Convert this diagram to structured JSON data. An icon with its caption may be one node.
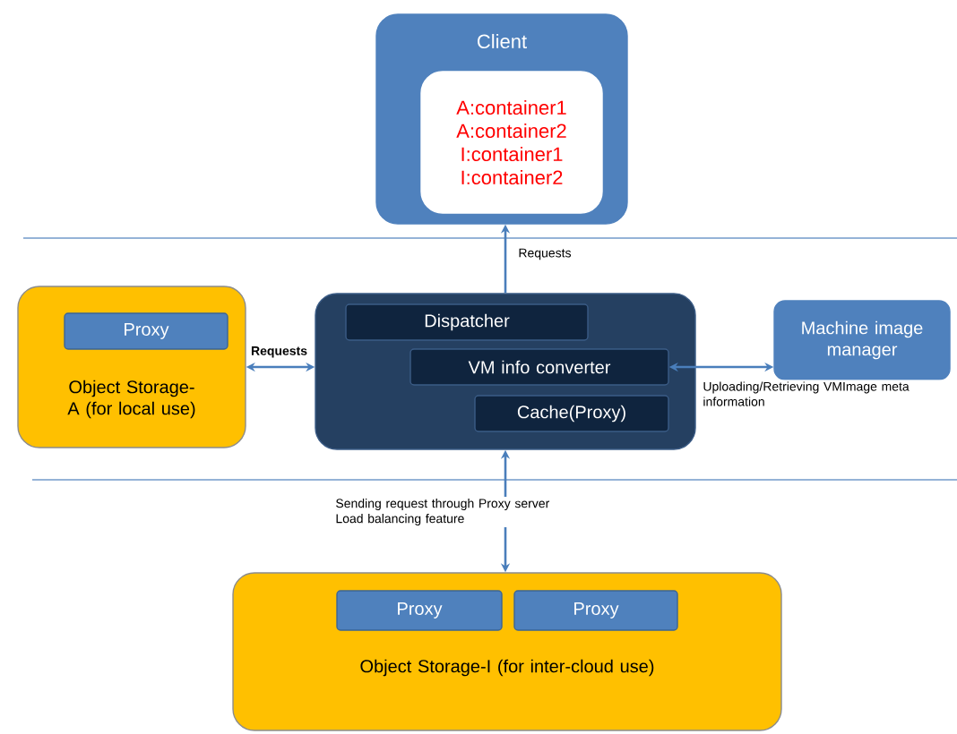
{
  "diagram": {
    "nodes": [
      {
        "text": [
          "Client"
        ]
      },
      {
        "text": [
          "A:container1",
          "A:container2",
          "I:container1",
          "I:container2"
        ],
        "in": 0
      },
      {
        "text": [
          "Object Storage-A (for local use)"
        ]
      },
      {
        "text": [
          "Proxy"
        ],
        "in": 2
      },
      {
        "text": [],
        "shape": "box"
      },
      {
        "text": [
          "Dispatcher"
        ],
        "in": 4
      },
      {
        "text": [
          "VM info converter"
        ],
        "in": 4
      },
      {
        "text": [
          "Cache(Proxy)"
        ],
        "in": 4
      },
      {
        "text": [
          "Machine image manager"
        ]
      },
      {
        "text": [
          "Object Storage-I (for inter-cloud use)"
        ]
      },
      {
        "text": [
          "Proxy"
        ],
        "in": 9
      },
      {
        "text": [
          "Proxy"
        ],
        "in": 9
      }
    ],
    "edges": [
      {
        "from": 4,
        "to": 0,
        "arrow": "to",
        "label": "Requests"
      },
      {
        "from": 2,
        "to": 4,
        "arrow": "both",
        "label": "**Requests**"
      },
      {
        "from": 6,
        "to": 8,
        "arrow": "both",
        "label": "Uploading/Retrieving VMImage meta information"
      },
      {
        "from": 4,
        "to": 9,
        "arrow": "both",
        "label": "Sending request through Proxy server Load balancing feature"
      }
    ]
  }
}
